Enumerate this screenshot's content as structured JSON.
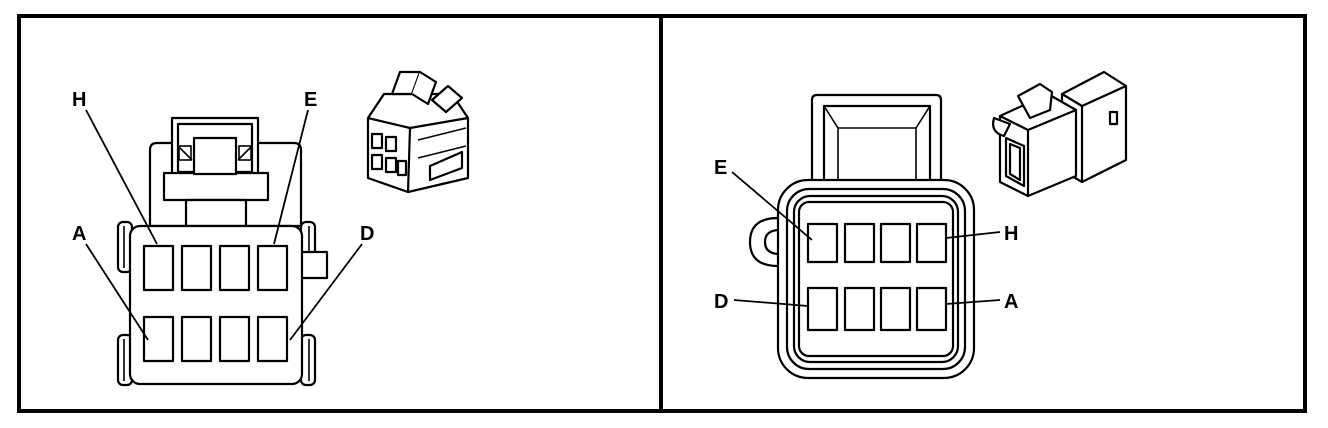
{
  "panels": {
    "left": {
      "name": "harness-connector-face",
      "labels": {
        "h": "H",
        "e": "E",
        "a": "A",
        "d": "D"
      },
      "thumbnail_icon": "harness-connector-isometric-icon"
    },
    "right": {
      "name": "component-connector-face",
      "labels": {
        "e": "E",
        "h": "H",
        "d": "D",
        "a": "A"
      },
      "thumbnail_icon": "component-connector-isometric-icon"
    }
  },
  "colors": {
    "line": "#000000",
    "background": "#ffffff"
  }
}
